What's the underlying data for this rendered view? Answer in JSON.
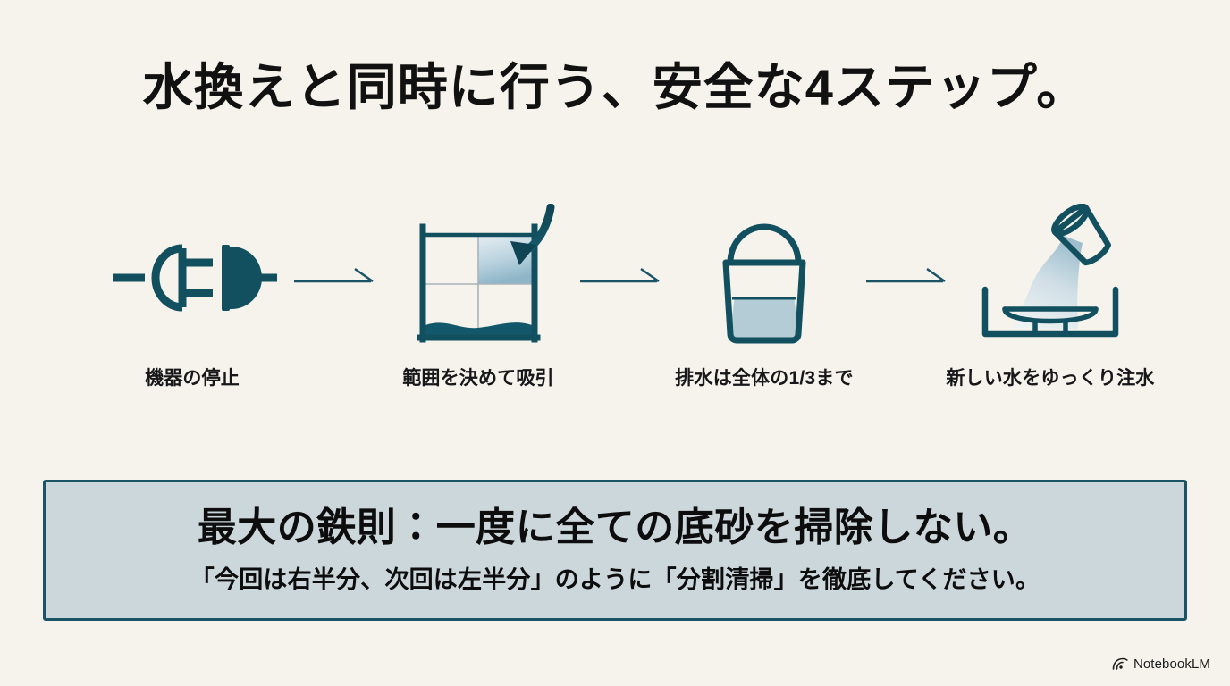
{
  "title": "水換えと同時に行う、安全な4ステップ。",
  "steps": [
    {
      "label": "機器の停止",
      "icon": "power-plug-unplugged-icon"
    },
    {
      "label": "範囲を決めて吸引",
      "icon": "aquarium-quadrant-suction-icon"
    },
    {
      "label": "排水は全体の1/3まで",
      "icon": "bucket-one-third-water-icon"
    },
    {
      "label": "新しい水をゆっくり注水",
      "icon": "pitcher-pouring-onto-dish-icon"
    }
  ],
  "connectors": [
    {
      "icon": "arrow-right-icon"
    },
    {
      "icon": "arrow-right-icon"
    },
    {
      "icon": "arrow-right-icon"
    }
  ],
  "callout": {
    "headline": "最大の鉄則：一度に全ての底砂を掃除しない。",
    "subline": "「今回は右半分、次回は左半分」のように「分割清掃」を徹底してください。"
  },
  "watermark": {
    "label": "NotebookLM",
    "icon": "notebooklm-logo-icon"
  },
  "colors": {
    "background": "#f5f3ec",
    "teal": "#12505f",
    "teal_dark": "#0f4452",
    "water_light": "#b3ccd6",
    "callout_fill": "#ccd7dc",
    "callout_border": "#1b5466",
    "text": "#111111",
    "grid_line": "#a9b4b8"
  }
}
